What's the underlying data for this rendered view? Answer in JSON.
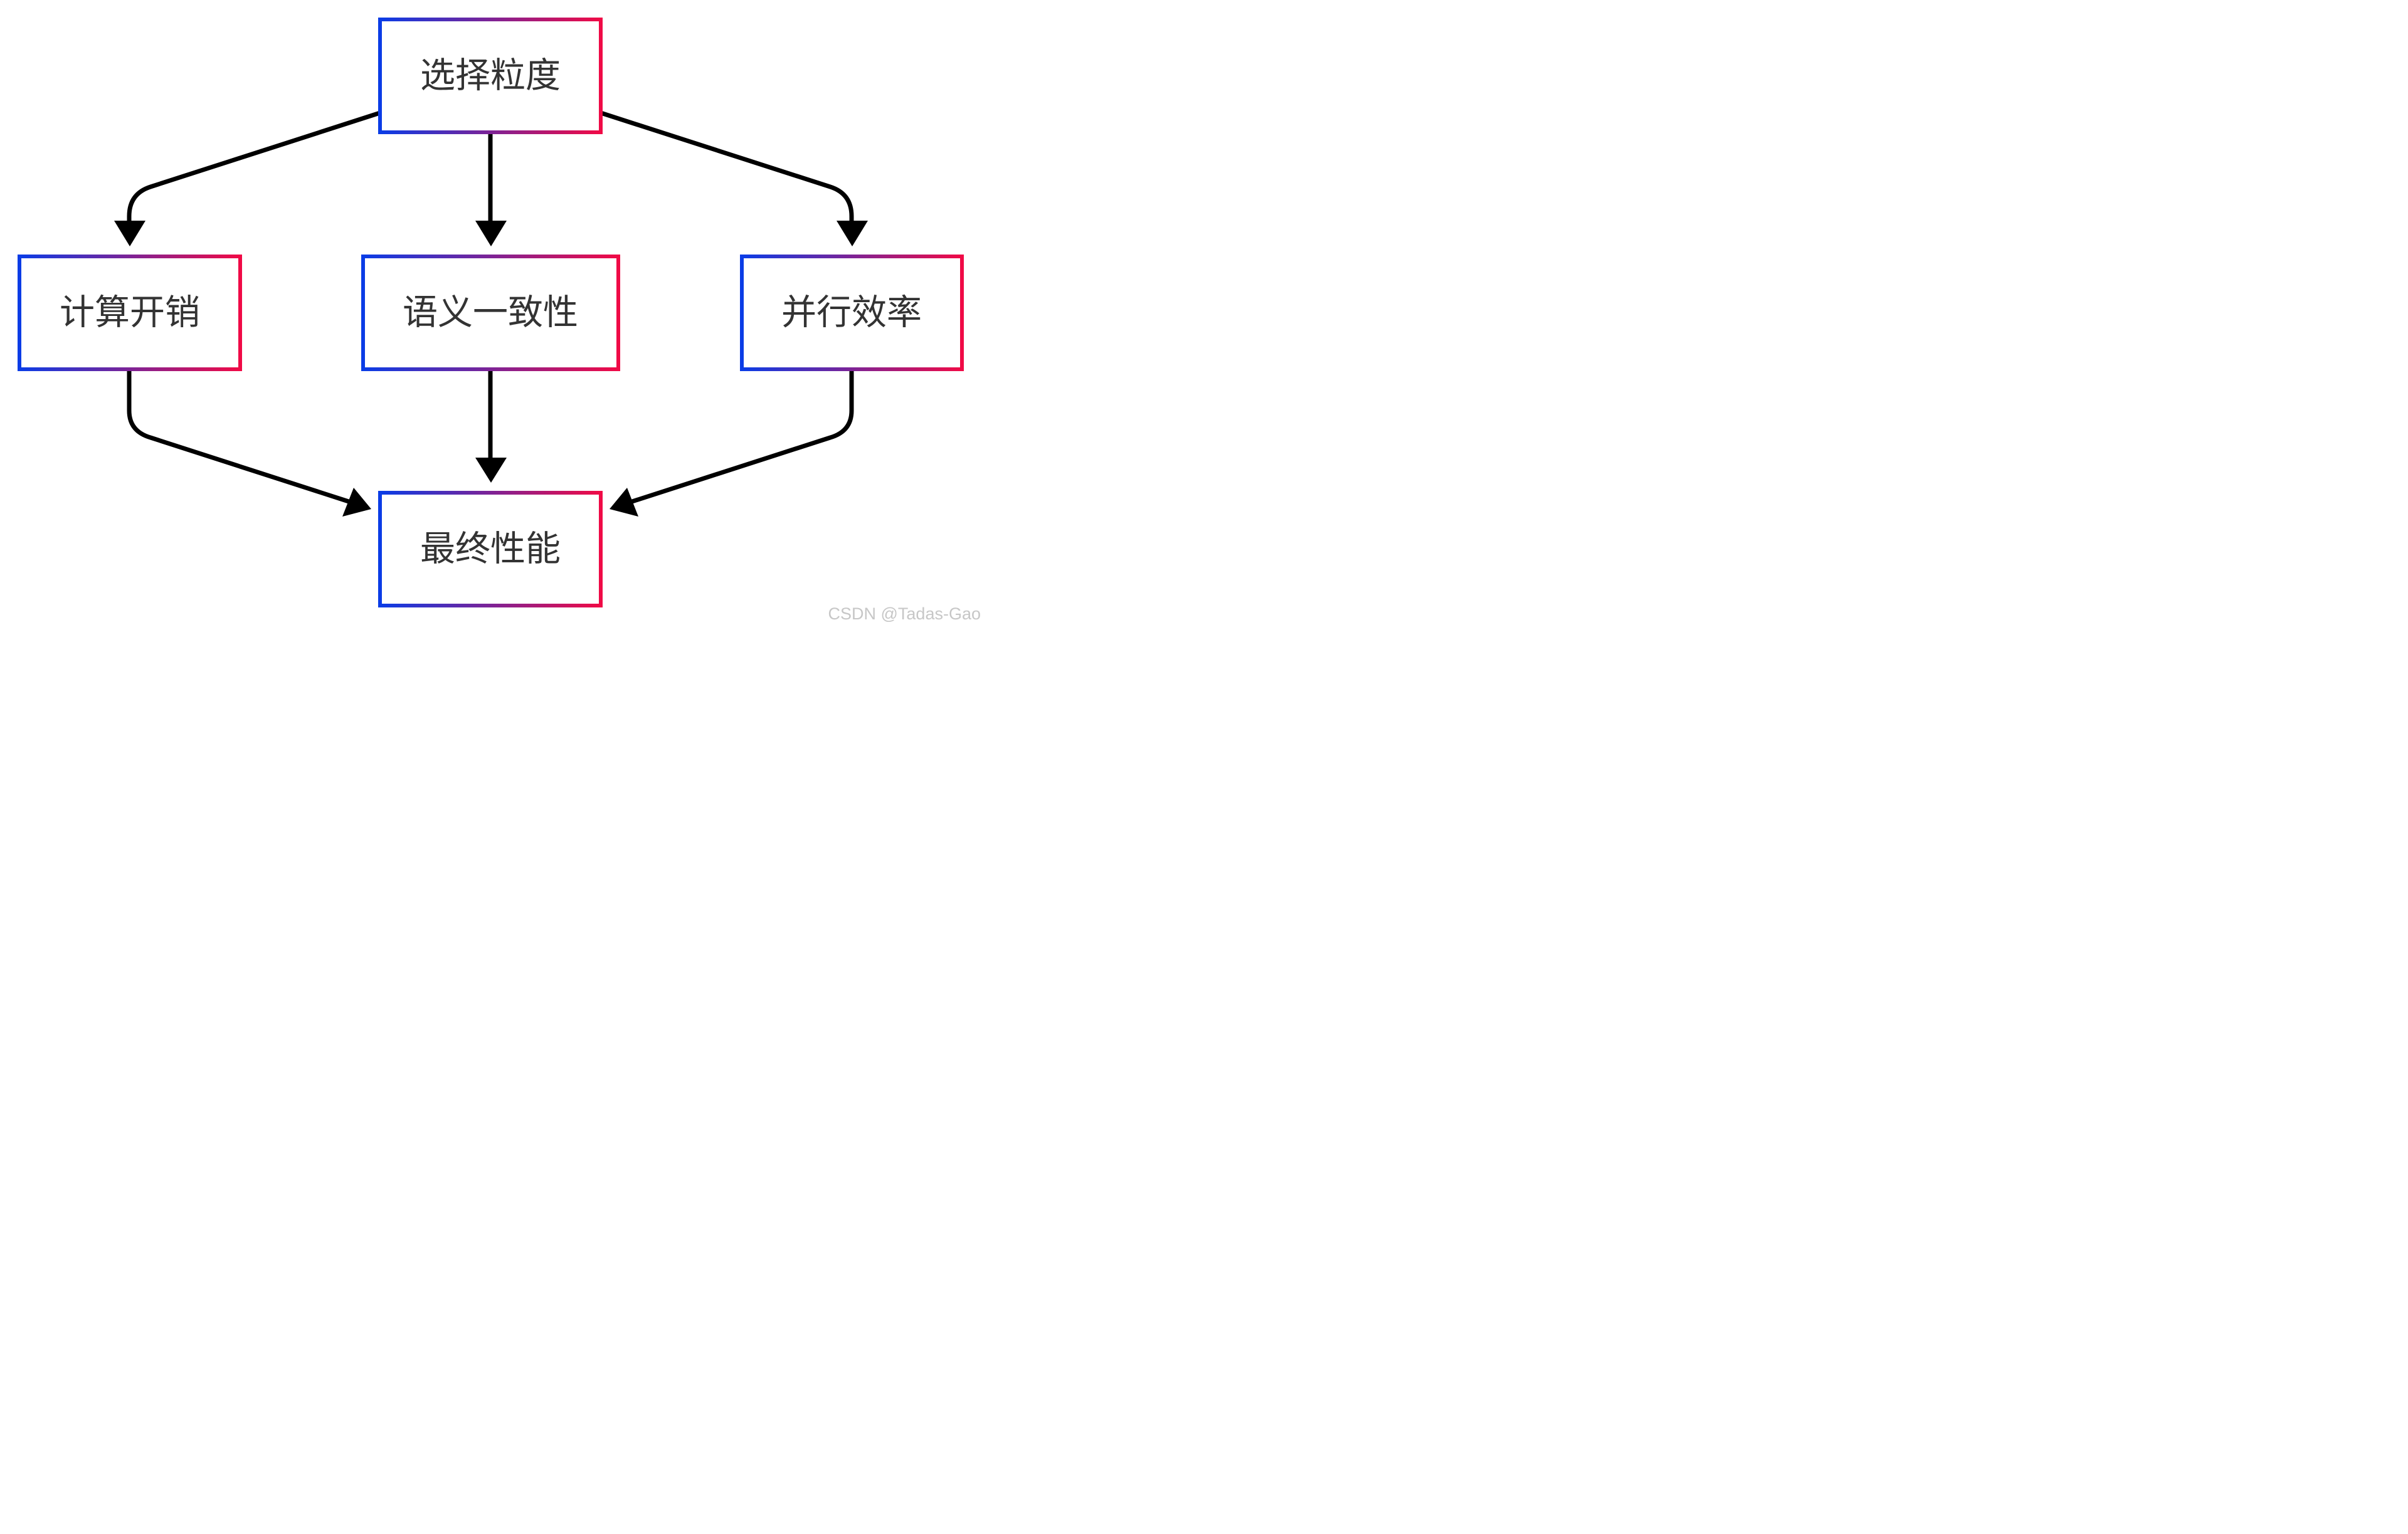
{
  "nodes": {
    "top": "选择粒度",
    "left": "计算开销",
    "center": "语义一致性",
    "right": "并行效率",
    "bottom": "最终性能"
  },
  "colors": {
    "border_start": "#0a3ce6",
    "border_end": "#f00a46",
    "edge": "#000000",
    "text": "#333333"
  },
  "watermark": "CSDN @Tadas-Gao"
}
